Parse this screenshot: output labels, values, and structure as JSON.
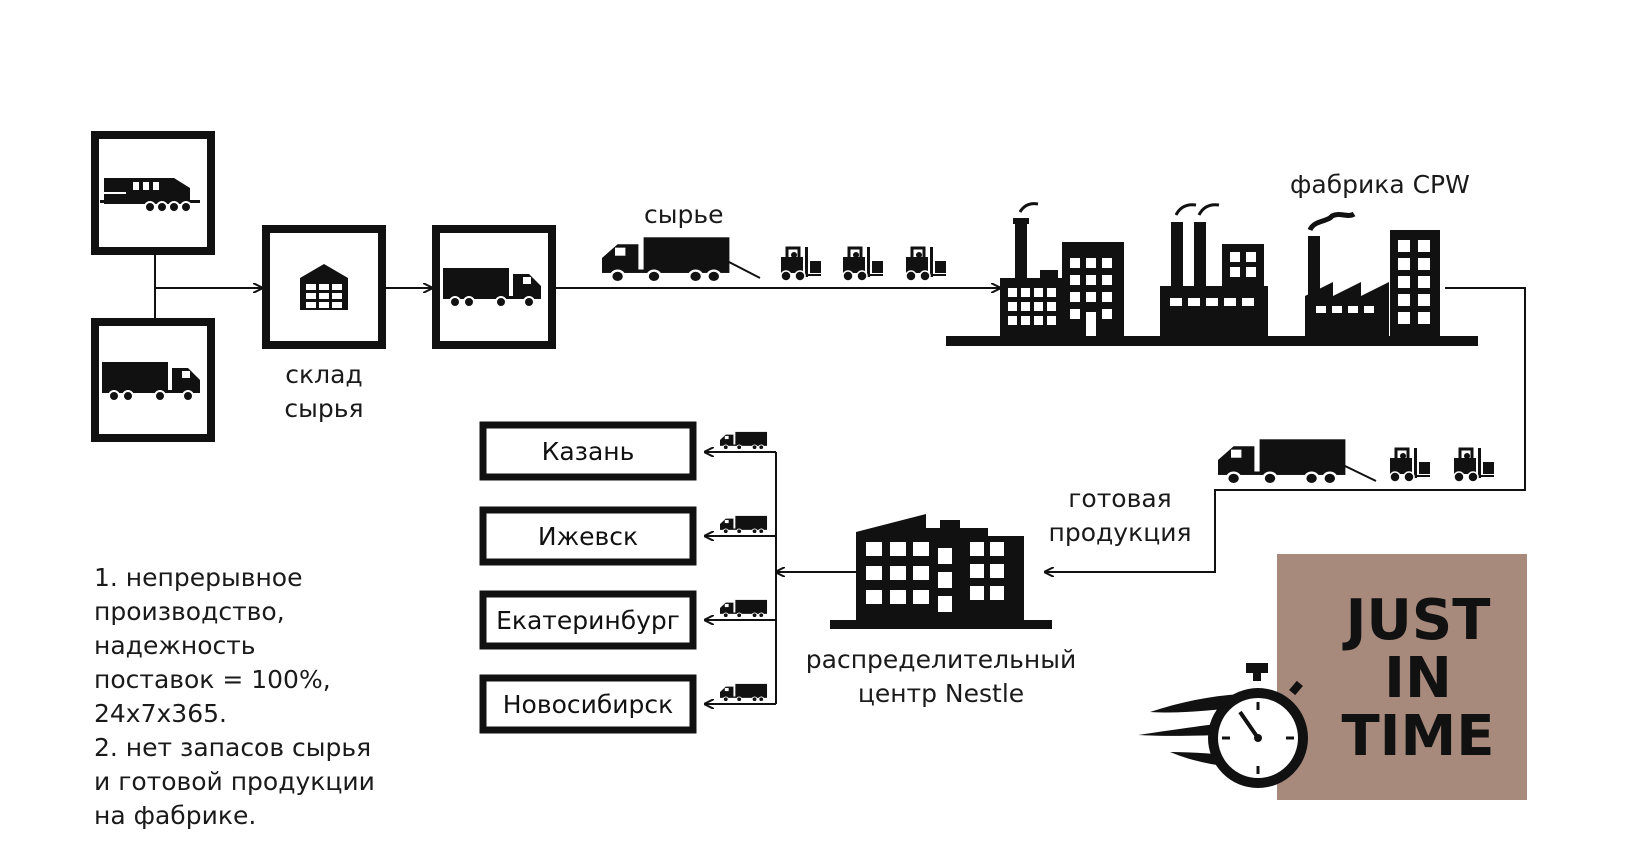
{
  "labels": {
    "raw_material": "сырье",
    "raw_warehouse_line1": "склад",
    "raw_warehouse_line2": "сырья",
    "factory": "фабрика CPW",
    "finished_line1": "готовая",
    "finished_line2": "продукция",
    "dc_line1": "распределительный",
    "dc_line2": "центр Nestle"
  },
  "cities": [
    "Казань",
    "Ижевск",
    "Екатеринбург",
    "Новосибирск"
  ],
  "notes": [
    "1. непрерывное",
    "производство,",
    "надежность",
    "поставок = 100%,",
    "24x7x365.",
    "2. нет запасов сырья",
    "и готовой продукции",
    "на фабрике."
  ],
  "badge": {
    "line1": "JUST",
    "line2": "IN",
    "line3": "TIME",
    "color": "#a88a7d"
  },
  "icons": [
    "train-icon",
    "truck-icon",
    "warehouse-icon",
    "forklift-icon",
    "factory-icon",
    "distribution-center-icon",
    "stopwatch-icon"
  ]
}
